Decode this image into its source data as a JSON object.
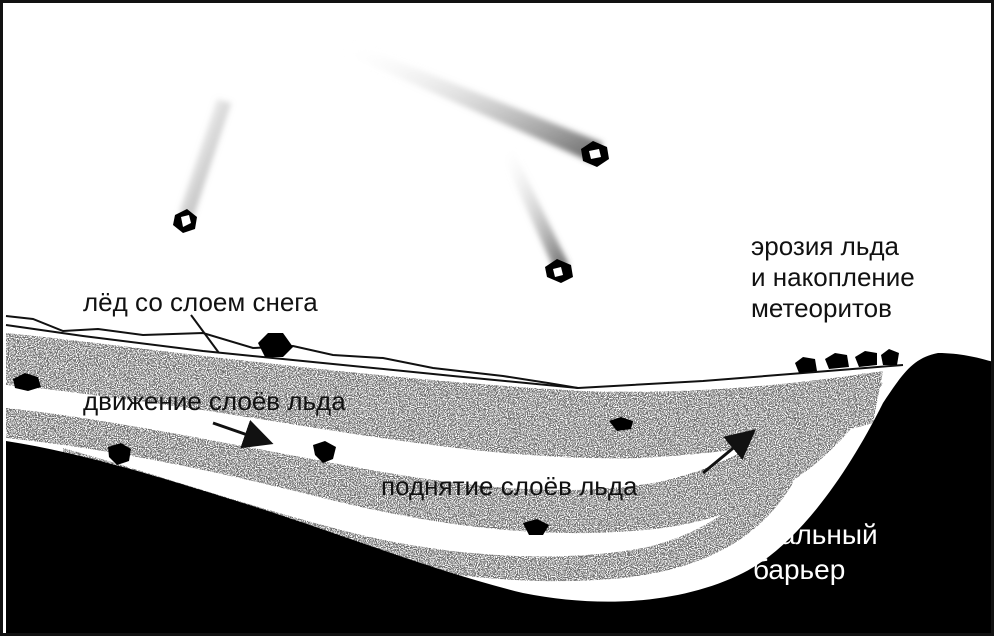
{
  "labels": {
    "ice_with_snow": "лёд со слоем снега",
    "ice_movement": "движение слоёв льда",
    "ice_uplift": "поднятие слоёв льда",
    "erosion_accumulation": "эрозия льда\nи накопление\nметеоритов",
    "rock_barrier": "скальный\nбарьер"
  },
  "colors": {
    "rock": "#000000",
    "ice": "#ffffff",
    "speckle": "#333333",
    "outline": "#111111"
  },
  "icons": {
    "meteor": "falling-meteor-icon",
    "meteorite": "meteorite-rock-icon",
    "arrow": "arrow-icon"
  }
}
